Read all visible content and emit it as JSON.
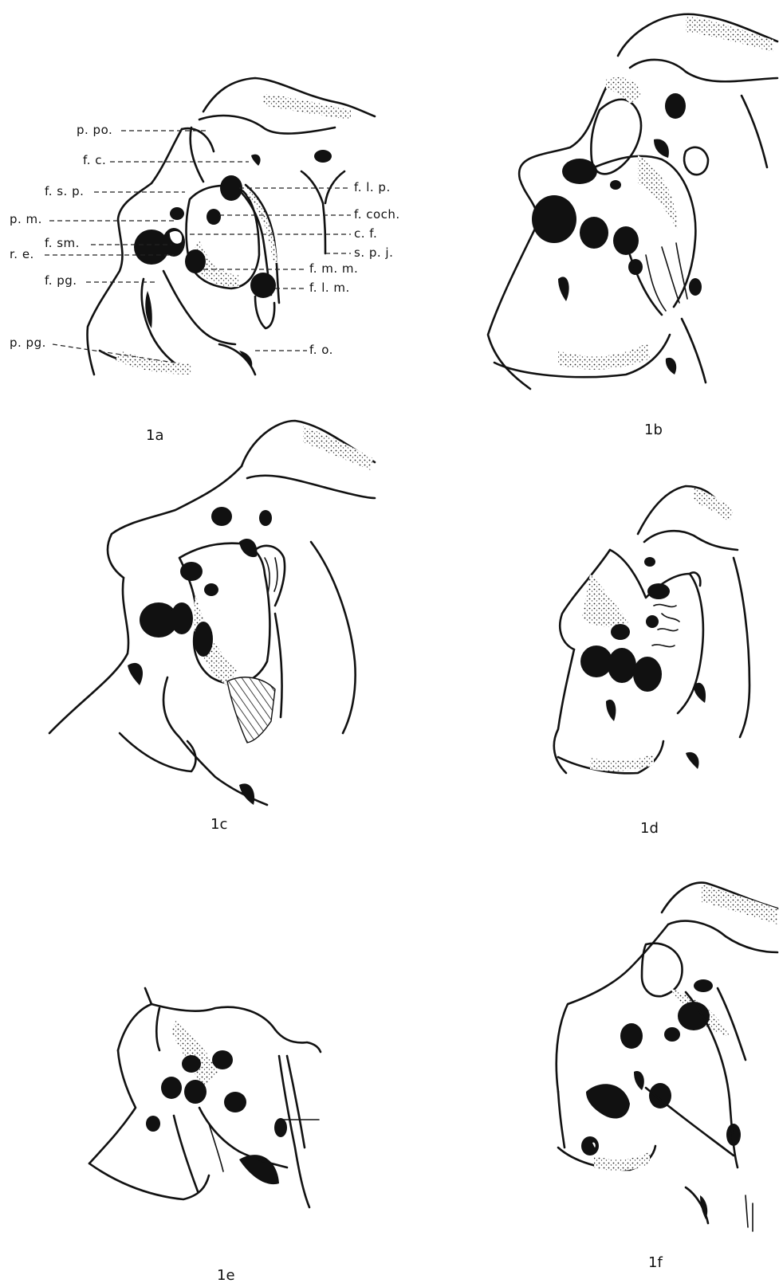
{
  "figures": [
    {
      "id": "1a",
      "caption": "1a"
    },
    {
      "id": "1b",
      "caption": "1b"
    },
    {
      "id": "1c",
      "caption": "1c"
    },
    {
      "id": "1d",
      "caption": "1d"
    },
    {
      "id": "1e",
      "caption": "1e"
    },
    {
      "id": "1f",
      "caption": "1f"
    }
  ],
  "labels_left": [
    "p. po.",
    "f. c.",
    "f. s. p.",
    "p. m.",
    "f. sm.",
    "r. e.",
    "f. pg.",
    "p. pg."
  ],
  "labels_right": [
    "f. l. p.",
    "f. coch.",
    "c. f.",
    "s. p. j.",
    "f. m. m.",
    "f. l. m.",
    "f. o."
  ],
  "colors": {
    "ink": "#111111",
    "paper": "#ffffff"
  }
}
